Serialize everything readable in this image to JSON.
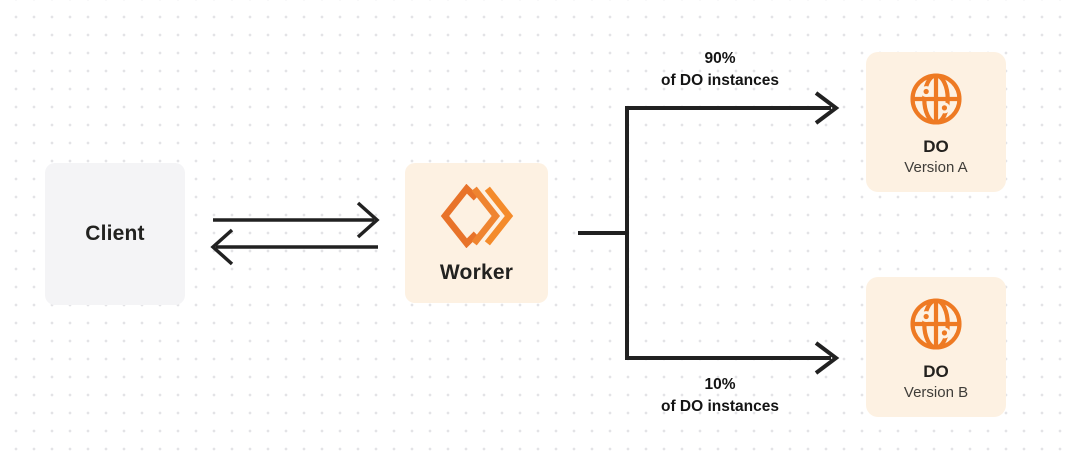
{
  "diagram": {
    "colors": {
      "background": "#ffffff",
      "dot_grid": "#e3e3e6",
      "client_node_bg": "#f4f4f6",
      "cream_node_bg": "#fdf1e2",
      "arrow": "#212121",
      "orange": "#f0801f",
      "orange_dark": "#e8732a",
      "text_dark": "#23211e",
      "text_subtitle": "#3f3d39"
    },
    "nodes": {
      "client": {
        "label": "Client"
      },
      "worker": {
        "label": "Worker",
        "icon": "cloudflare-workers-icon"
      },
      "do_version_a": {
        "title": "DO",
        "subtitle": "Version A",
        "icon": "durable-object-globe-icon"
      },
      "do_version_b": {
        "title": "DO",
        "subtitle": "Version B",
        "icon": "durable-object-globe-icon"
      }
    },
    "edges": {
      "client_worker": {
        "type": "bidirectional-arrows"
      },
      "worker_do_a": {
        "percent": "90%",
        "caption": "of DO instances"
      },
      "worker_do_b": {
        "percent": "10%",
        "caption": "of DO instances"
      }
    }
  }
}
